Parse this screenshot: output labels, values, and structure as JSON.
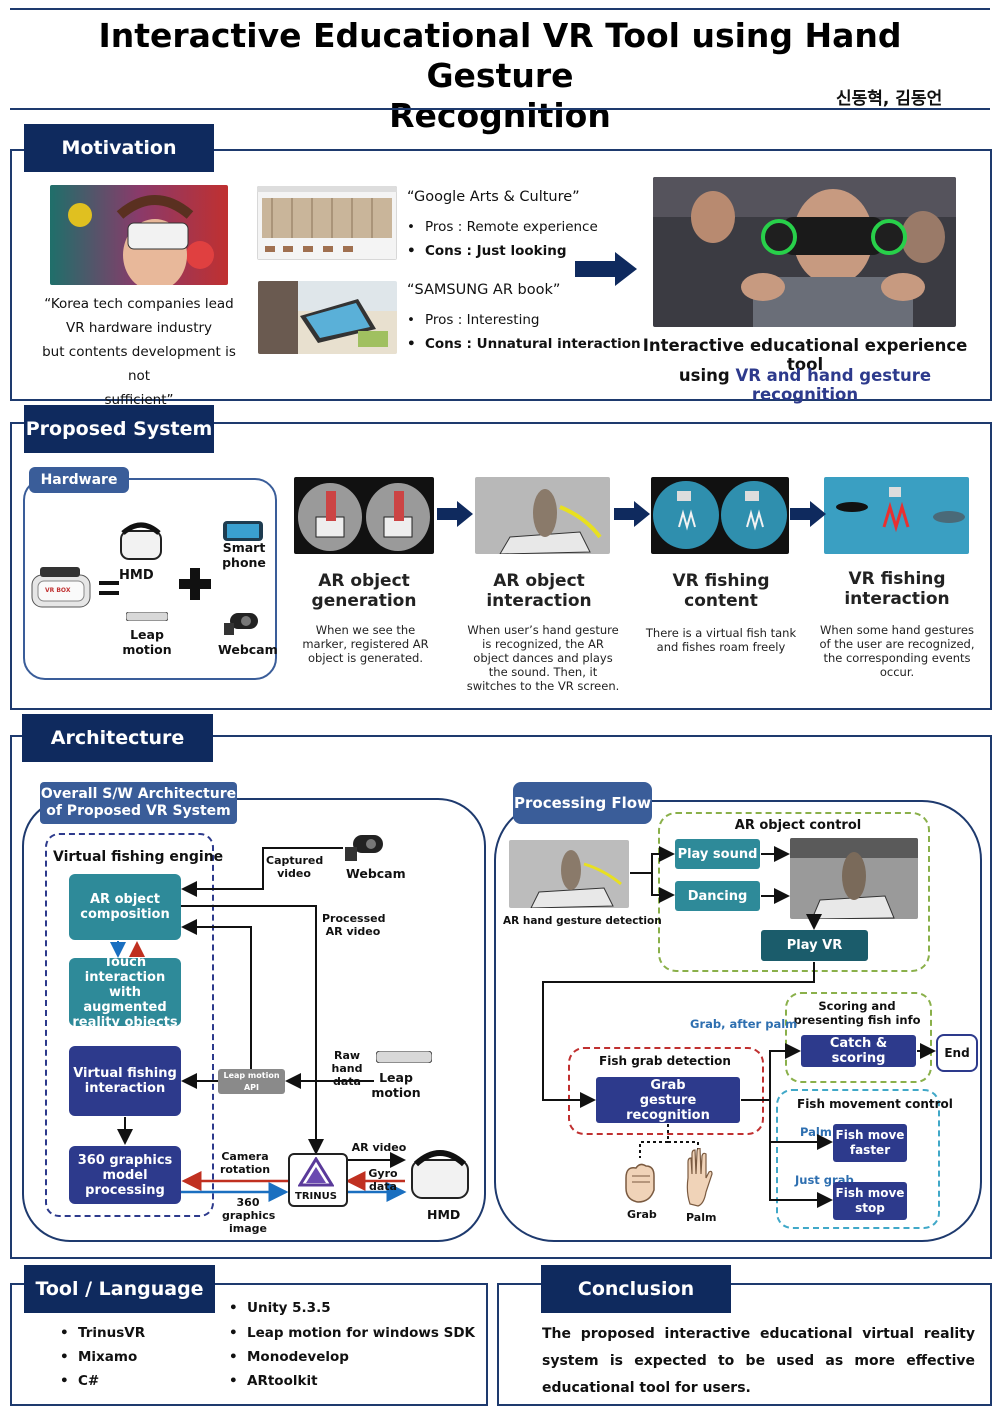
{
  "title": {
    "line1": "Interactive Educational VR Tool using Hand Gesture",
    "line2": "Recognition",
    "authors": "신동혁, 김동언"
  },
  "motivation": {
    "header": "Motivation",
    "quote": [
      "“Korea tech companies lead",
      "VR hardware industry",
      "but  contents development is not",
      "sufficient”"
    ],
    "google": {
      "title": "“Google Arts & Culture”",
      "pros": "Pros : Remote experience",
      "cons": "Cons : Just looking"
    },
    "samsung": {
      "title": "“SAMSUNG AR book”",
      "pros": "Pros : Interesting",
      "cons": "Cons : Unnatural interaction"
    },
    "result": {
      "line1": "Interactive educational experience tool",
      "line2_prefix": "using ",
      "line2_highlight": "VR and hand gesture recognition"
    }
  },
  "proposed": {
    "header": "Proposed System",
    "hardware": {
      "tab": "Hardware",
      "hmd": "HMD",
      "smartphone": "Smart phone",
      "leap": "Leap motion",
      "webcam": "Webcam",
      "vrbox": "VR BOX"
    },
    "stages": [
      {
        "title": "AR object generation",
        "desc": "When we see the marker, registered AR object is generated."
      },
      {
        "title": "AR object interaction",
        "desc": "When user’s hand gesture is recognized, the AR object dances and plays the sound. Then, it  switches to the VR screen."
      },
      {
        "title": "VR fishing content",
        "desc": "There is a virtual fish tank and fishes roam freely"
      },
      {
        "title": "VR fishing interaction",
        "desc": "When some hand gestures of the user are recognized, the corresponding events occur."
      }
    ]
  },
  "architecture": {
    "header": "Architecture",
    "overall": {
      "tab": "Overall S/W Architecture of Proposed VR System",
      "engine": "Virtual fishing engine",
      "ar_comp": "AR object composition",
      "touch": "Touch interaction with augmented reality objects",
      "vfi": "Virtual fishing interaction",
      "g360": "360 graphics model processing",
      "captured": "Captured video",
      "webcam": "Webcam",
      "processed": "Processed AR video",
      "raw": "Raw hand data",
      "leap": "Leap motion",
      "leapapi": "Leap motion API",
      "camrot": "Camera rotation",
      "arvideo": "AR video",
      "gyro": "Gyro data",
      "img360": "360 graphics image",
      "trinus": "TRINUS",
      "hmd": "HMD"
    },
    "flow": {
      "tab": "Processing Flow",
      "ar_control": "AR object control",
      "play_sound": "Play sound",
      "dancing": "Dancing",
      "play_vr": "Play VR",
      "detect": "AR hand gesture detection",
      "scoring_title": "Scoring and presenting fish info",
      "grab_after": "Grab, after palm",
      "catch": "Catch & scoring",
      "end": "End",
      "grab_detect": "Fish grab detection",
      "grab_rec": "Grab gesture recognition",
      "move_ctrl": "Fish movement control",
      "palm_lbl": "Palm",
      "faster": "Fish move faster",
      "justgrab": "Just grab",
      "stop": "Fish move stop",
      "grab": "Grab",
      "palm": "Palm"
    }
  },
  "tool": {
    "header": "Tool / Language",
    "left": [
      "TrinusVR",
      "Mixamo",
      "C#"
    ],
    "right": [
      "Unity 5.3.5",
      "Leap motion for windows SDK",
      "Monodevelop",
      "ARtoolkit"
    ]
  },
  "conclusion": {
    "header": "Conclusion",
    "text": "The proposed interactive educational virtual reality system is expected to be used as more effective educational tool for users."
  },
  "colors": {
    "navy": "#0f2a5e",
    "accent": "#2d3a8c",
    "teal": "#2e8a99"
  }
}
